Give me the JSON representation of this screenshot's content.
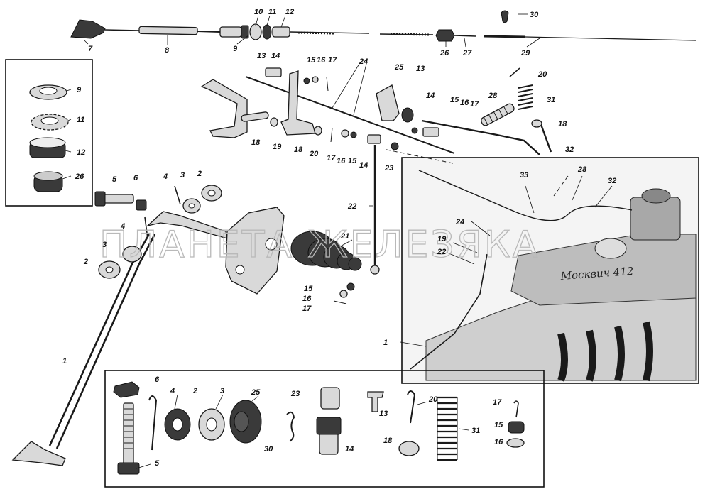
{
  "watermark": "ПЛАНЕТА ЖЕЛЕЗЯКА",
  "engine_badge": "Москвич 412",
  "callouts": {
    "n1": "1",
    "n2": "2",
    "n3": "3",
    "n4": "4",
    "n5": "5",
    "n6": "6",
    "n7": "7",
    "n8": "8",
    "n9": "9",
    "n10": "10",
    "n11": "11",
    "n12": "12",
    "n13": "13",
    "n14": "14",
    "n15": "15",
    "n16": "16",
    "n17": "17",
    "n18": "18",
    "n19": "19",
    "n20": "20",
    "n21": "21",
    "n22": "22",
    "n23": "23",
    "n24": "24",
    "n25": "25",
    "n26": "26",
    "n27": "27",
    "n28": "28",
    "n29": "29",
    "n30": "30",
    "n31": "31",
    "n32": "32",
    "n33": "33"
  }
}
